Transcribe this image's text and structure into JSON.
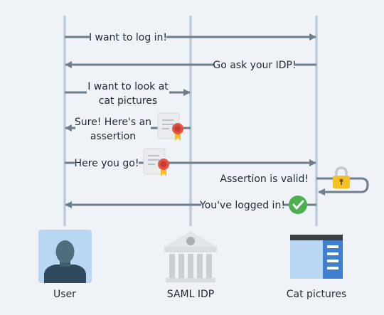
{
  "actors": {
    "user": "User",
    "idp": "SAML IDP",
    "sp": "Cat pictures"
  },
  "messages": {
    "login": "I want to log in!",
    "ask_idp": "Go ask your IDP!",
    "look_line1": "I want to look at",
    "look_line2": "cat pictures",
    "sure_line1": "Sure! Here's an",
    "sure_line2": "assertion",
    "here": "Here you go!",
    "valid": "Assertion is valid!",
    "logged_in": "You've logged in!"
  },
  "icons": {
    "user": "user-avatar-icon",
    "idp": "bank-building-icon",
    "sp": "browser-window-icon",
    "assertion": "certificate-icon",
    "lock": "padlock-icon",
    "check": "checkmark-circle-icon"
  },
  "colors": {
    "background": "#eff3f7",
    "lifeline": "#bccbd8",
    "arrow": "#6f7e8c",
    "text": "#222a33",
    "check_green": "#4caf50",
    "lock_gold": "#f5c026",
    "seal_red": "#e25445",
    "browser_blue": "#3f7fd0"
  }
}
